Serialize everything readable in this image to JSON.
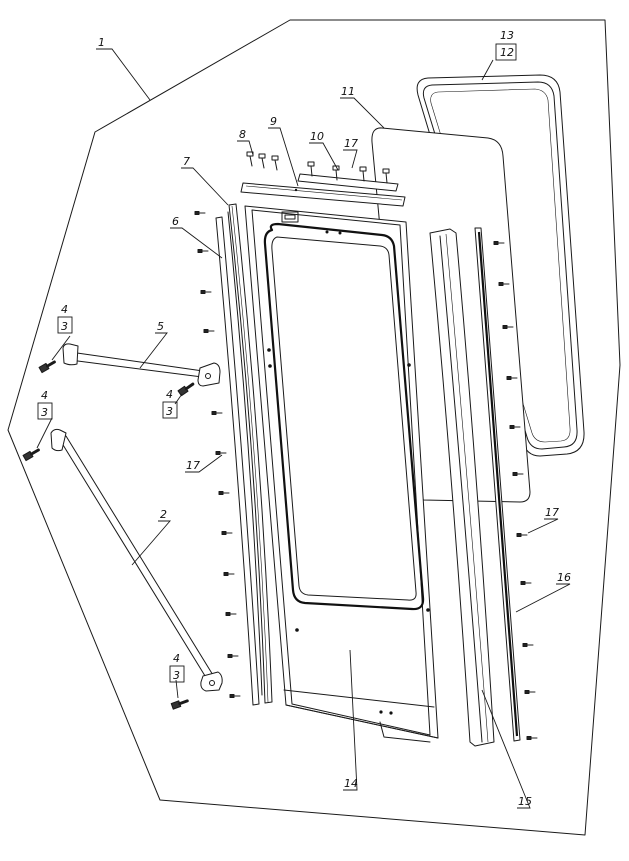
{
  "callouts": [
    {
      "id": "c1",
      "text": "1"
    },
    {
      "id": "c2",
      "text": "2"
    },
    {
      "id": "c4a",
      "text": "4"
    },
    {
      "id": "c3a",
      "text": "3"
    },
    {
      "id": "c4b",
      "text": "4"
    },
    {
      "id": "c3b",
      "text": "3"
    },
    {
      "id": "c4c",
      "text": "4"
    },
    {
      "id": "c3c",
      "text": "3"
    },
    {
      "id": "c4d",
      "text": "4"
    },
    {
      "id": "c3d",
      "text": "3"
    },
    {
      "id": "c5",
      "text": "5"
    },
    {
      "id": "c6",
      "text": "6"
    },
    {
      "id": "c7",
      "text": "7"
    },
    {
      "id": "c8",
      "text": "8"
    },
    {
      "id": "c9",
      "text": "9"
    },
    {
      "id": "c10",
      "text": "10"
    },
    {
      "id": "c11",
      "text": "11"
    },
    {
      "id": "c12",
      "text": "12"
    },
    {
      "id": "c13",
      "text": "13"
    },
    {
      "id": "c14",
      "text": "14"
    },
    {
      "id": "c15",
      "text": "15"
    },
    {
      "id": "c16",
      "text": "16"
    },
    {
      "id": "c17a",
      "text": "17"
    },
    {
      "id": "c17b",
      "text": "17"
    },
    {
      "id": "c17c",
      "text": "17"
    }
  ]
}
